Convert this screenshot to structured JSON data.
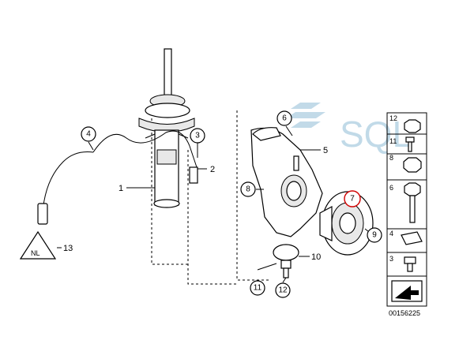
{
  "watermark": "SQL",
  "callouts": {
    "c1": "1",
    "c2": "2",
    "c3": "3",
    "c4": "4",
    "c5": "5",
    "c6": "6",
    "c7": "7",
    "c8": "8",
    "c9": "9",
    "c10": "10",
    "c11": "11",
    "c12": "12",
    "c13": "13"
  },
  "side_list": [
    "12",
    "11",
    "8",
    "6",
    "4",
    "3"
  ],
  "reference_code": "00156225",
  "warning_label": "NL"
}
